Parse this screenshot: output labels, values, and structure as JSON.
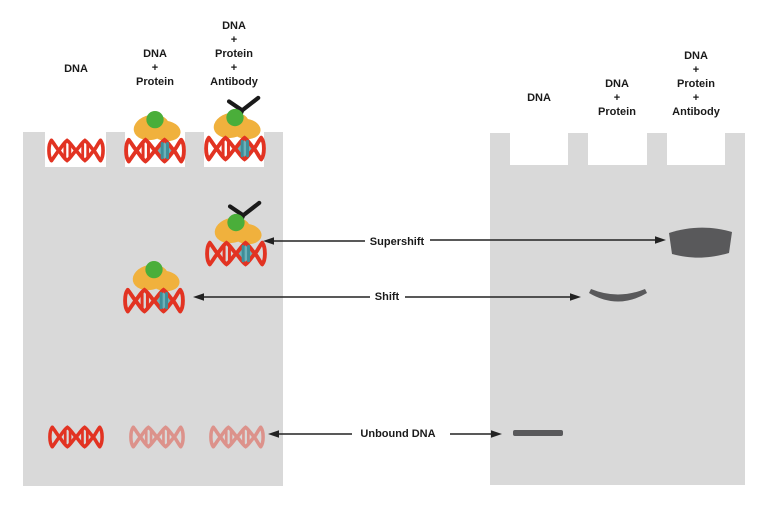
{
  "left_panel": {
    "lanes": [
      {
        "lines": [
          "DNA"
        ]
      },
      {
        "lines": [
          "DNA",
          "+",
          "Protein"
        ]
      },
      {
        "lines": [
          "DNA",
          "+",
          "Protein",
          "+",
          "Antibody"
        ]
      }
    ]
  },
  "right_panel": {
    "lanes": [
      {
        "lines": [
          "DNA"
        ]
      },
      {
        "lines": [
          "DNA",
          "+",
          "Protein"
        ]
      },
      {
        "lines": [
          "DNA",
          "+",
          "Protein",
          "+",
          "Antibody"
        ]
      }
    ]
  },
  "annotations": [
    {
      "label": "Supershift"
    },
    {
      "label": "Shift"
    },
    {
      "label": "Unbound DNA"
    }
  ],
  "colors": {
    "gel_background": "#d9d9d9",
    "gel_band": "#59595b",
    "dna_red": "#e23322",
    "dna_faded_red_opacity": "0.42",
    "protein_orange": "#f0b13d",
    "protein_subunit_green": "#4aae3a",
    "binding_site_teal": "#3f8e99",
    "antibody_black": "#1a1a1a",
    "arrow_black": "#222222"
  },
  "icons": {
    "dna": "dna-helix-icon",
    "protein": "protein-blob-icon",
    "protein_subunit": "protein-subunit-icon",
    "antibody": "antibody-icon"
  }
}
